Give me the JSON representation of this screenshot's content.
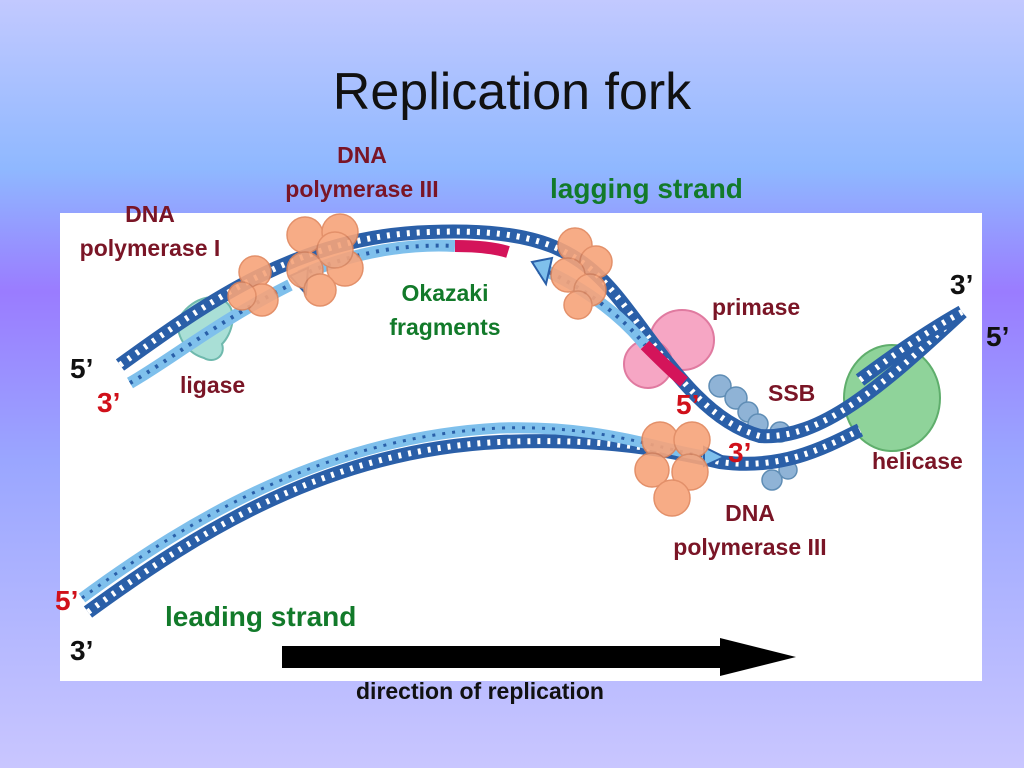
{
  "slide": {
    "title": "Replication fork"
  },
  "labels": {
    "pol3_top": [
      "DNA",
      "polymerase III"
    ],
    "pol1": [
      "DNA",
      "polymerase I"
    ],
    "lagging_strand": "lagging strand",
    "okazaki": [
      "Okazaki",
      "fragments"
    ],
    "primase": "primase",
    "ligase": "ligase",
    "ssb": "SSB",
    "helicase": "helicase",
    "pol3_bottom": [
      "DNA",
      "polymerase III"
    ],
    "leading_strand": "leading strand",
    "direction": "direction of replication"
  },
  "ends": {
    "lag_left_5": "5’",
    "lag_left_3": "3’",
    "fork_right_3": "3’",
    "fork_right_5": "5’",
    "primer_5": "5’",
    "leading_3": "3’",
    "lead_left_5": "5’",
    "lead_left_3": "3’"
  },
  "colors": {
    "template_strand": "#2a5fa8",
    "new_strand": "#7fc0ec",
    "rna_primer": "#d4145a",
    "polymerase": "#f7a47a",
    "primase": "#f6a6c4",
    "helicase": "#8fd39a",
    "ssb": "#8fb3d6",
    "ligase": "#a9dfd6"
  }
}
